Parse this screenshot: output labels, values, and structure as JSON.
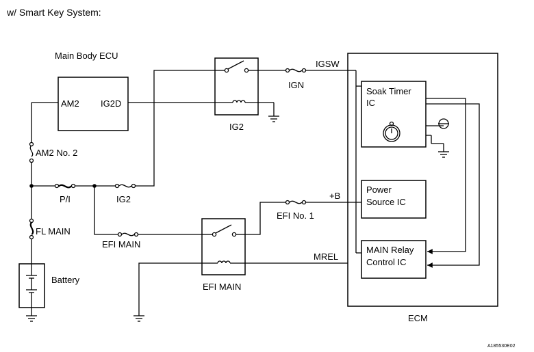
{
  "title": "w/ Smart Key System:",
  "labels": {
    "main_body_ecu": "Main Body ECU",
    "am2_terminal": "AM2",
    "ig2d_terminal": "IG2D",
    "ig2_relay": "IG2",
    "ign_fuse": "IGN",
    "igsw": "IGSW",
    "am2_no2_fuse": "AM2 No. 2",
    "pi_fuse": "P/I",
    "ig2_fuse": "IG2",
    "fl_main": "FL MAIN",
    "efi_main_fuse": "EFI MAIN",
    "efi_main_relay": "EFI MAIN",
    "efi_no1_fuse": "EFI No. 1",
    "plus_b": "+B",
    "mrel": "MREL",
    "battery": "Battery",
    "soak_timer_1": "Soak Timer",
    "soak_timer_2": "IC",
    "power_source_1": "Power",
    "power_source_2": "Source IC",
    "main_relay_1": "MAIN Relay",
    "main_relay_2": "Control IC",
    "ecm": "ECM",
    "figure_code": "A185530E02"
  }
}
